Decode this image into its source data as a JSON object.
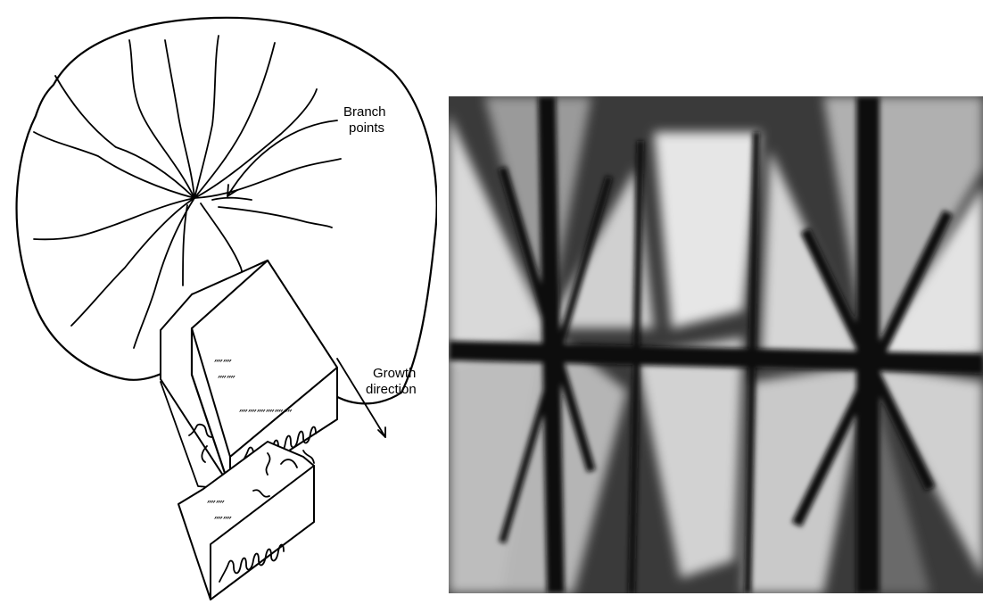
{
  "diagram": {
    "labels": {
      "branch_points": [
        "Branch",
        "points"
      ],
      "growth_direction": [
        "Growth",
        "direction"
      ]
    }
  },
  "micrograph": {
    "description_colors": {
      "dark": "#0d0d0d",
      "light": "#e8e8e8"
    }
  }
}
